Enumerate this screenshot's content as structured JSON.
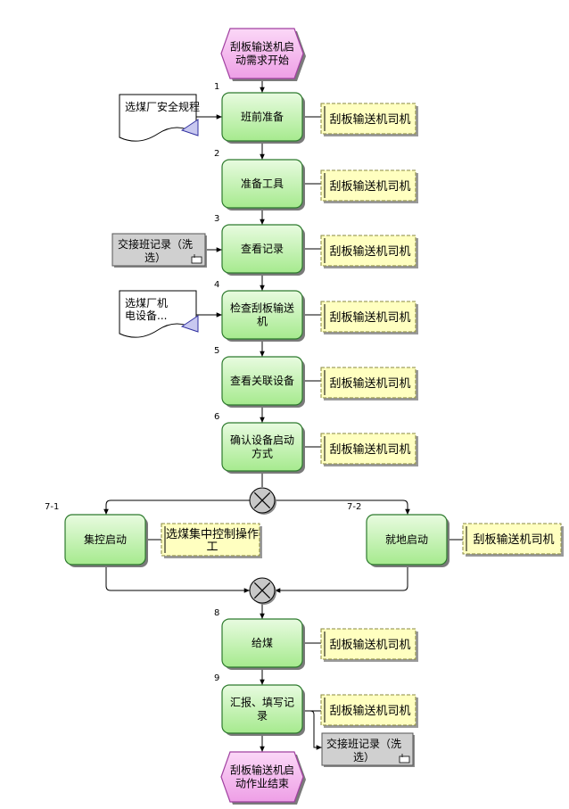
{
  "events": {
    "start": [
      "刮板输送机启",
      "动需求开始"
    ],
    "end": [
      "刮板输送机启",
      "动作业结束"
    ]
  },
  "steps": [
    {
      "num": "1",
      "lines": [
        "班前准备"
      ],
      "role": "刮板输送机司机"
    },
    {
      "num": "2",
      "lines": [
        "准备工具"
      ],
      "role": "刮板输送机司机"
    },
    {
      "num": "3",
      "lines": [
        "查看记录"
      ],
      "role": "刮板输送机司机"
    },
    {
      "num": "4",
      "lines": [
        "检查刮板输送",
        "机"
      ],
      "role": "刮板输送机司机"
    },
    {
      "num": "5",
      "lines": [
        "查看关联设备"
      ],
      "role": "刮板输送机司机"
    },
    {
      "num": "6",
      "lines": [
        "确认设备启动",
        "方式"
      ],
      "role": "刮板输送机司机"
    },
    {
      "num": "7-1",
      "lines": [
        "集控启动"
      ],
      "role": [
        "选煤集中控制操作",
        "工"
      ]
    },
    {
      "num": "7-2",
      "lines": [
        "就地启动"
      ],
      "role": "刮板输送机司机"
    },
    {
      "num": "8",
      "lines": [
        "给煤"
      ],
      "role": "刮板输送机司机"
    },
    {
      "num": "9",
      "lines": [
        "汇报、填写记",
        "录"
      ],
      "role": "刮板输送机司机"
    }
  ],
  "documents": {
    "safety_rules": [
      "选煤厂安全规程"
    ],
    "equipment": [
      "选煤厂机",
      "电设备..."
    ]
  },
  "records": {
    "shift_record_in": [
      "交接班记录（洗",
      "选）"
    ],
    "shift_record_out": [
      "交接班记录（洗",
      "选）"
    ]
  },
  "colors": {
    "function_fill": "#ccf5b8",
    "function_fill_dark": "#8ee07a",
    "event_fill": "#f5b8f0",
    "role_fill": "#ffffc0",
    "record_fill": "#d0d0d0",
    "connector_fill": "#c8c8c8"
  }
}
